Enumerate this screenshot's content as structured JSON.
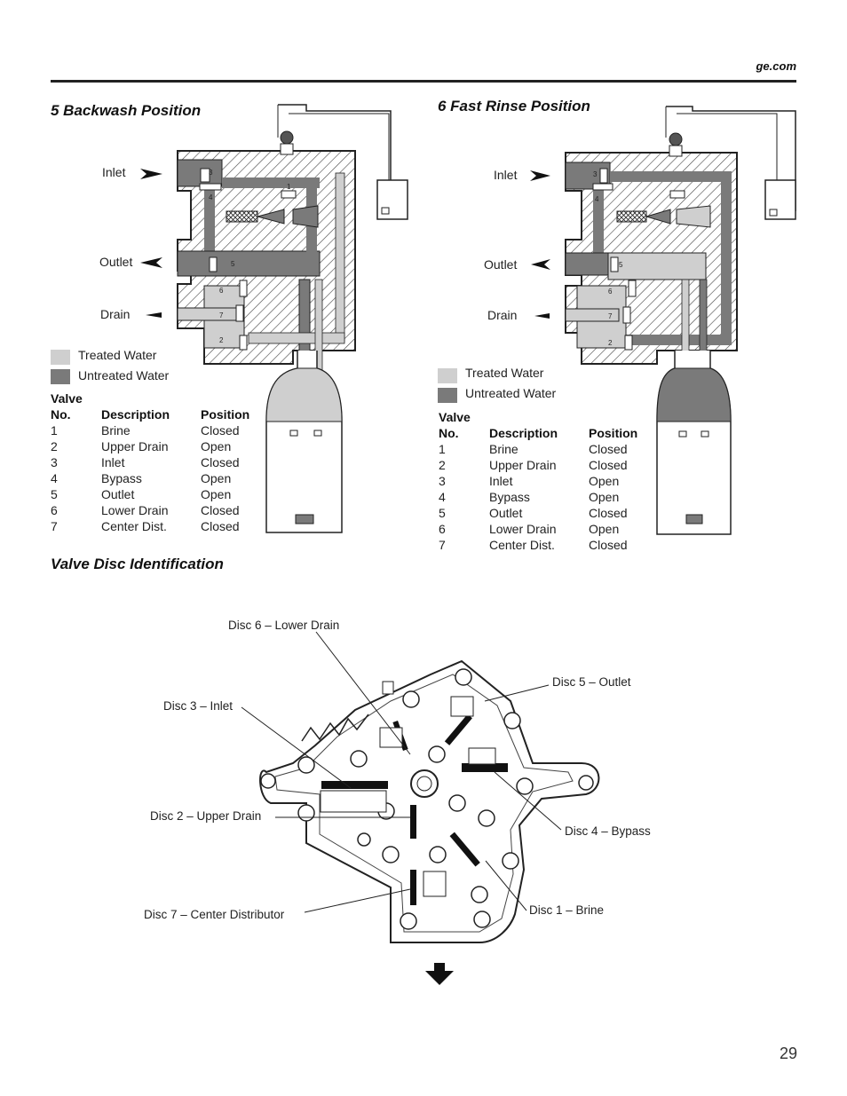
{
  "header": {
    "site": "ge.com"
  },
  "backwash": {
    "title": "5 Backwash Position",
    "labels": {
      "inlet": "Inlet",
      "outlet": "Outlet",
      "drain": "Drain"
    },
    "legend": {
      "treated": "Treated Water",
      "untreated": "Untreated Water"
    },
    "table": {
      "title": "Valve",
      "headers": [
        "No.",
        "Description",
        "Position"
      ],
      "rows": [
        [
          "1",
          "Brine",
          "Closed"
        ],
        [
          "2",
          "Upper Drain",
          "Open"
        ],
        [
          "3",
          "Inlet",
          "Closed"
        ],
        [
          "4",
          "Bypass",
          "Open"
        ],
        [
          "5",
          "Outlet",
          "Open"
        ],
        [
          "6",
          "Lower Drain",
          "Closed"
        ],
        [
          "7",
          "Center Dist.",
          "Closed"
        ]
      ]
    }
  },
  "fastrinse": {
    "title": "6 Fast Rinse Position",
    "labels": {
      "inlet": "Inlet",
      "outlet": "Outlet",
      "drain": "Drain"
    },
    "legend": {
      "treated": "Treated Water",
      "untreated": "Untreated Water"
    },
    "table": {
      "title": "Valve",
      "headers": [
        "No.",
        "Description",
        "Position"
      ],
      "rows": [
        [
          "1",
          "Brine",
          "Closed"
        ],
        [
          "2",
          "Upper Drain",
          "Closed"
        ],
        [
          "3",
          "Inlet",
          "Open"
        ],
        [
          "4",
          "Bypass",
          "Open"
        ],
        [
          "5",
          "Outlet",
          "Closed"
        ],
        [
          "6",
          "Lower Drain",
          "Open"
        ],
        [
          "7",
          "Center Dist.",
          "Closed"
        ]
      ]
    }
  },
  "discs": {
    "title": "Valve Disc Identification",
    "callouts": {
      "d6": "Disc 6 – Lower Drain",
      "d5": "Disc 5 – Outlet",
      "d3": "Disc 3 – Inlet",
      "d2": "Disc 2 – Upper Drain",
      "d4": "Disc 4 – Bypass",
      "d7": "Disc 7 – Center Distributor",
      "d1": "Disc 1 – Brine"
    }
  },
  "valve_numbers": [
    "1",
    "2",
    "3",
    "4",
    "5",
    "6",
    "7"
  ],
  "footer": {
    "page": "29"
  },
  "colors": {
    "treated": "#cfcfcf",
    "untreated": "#7a7a7a",
    "line": "#222222"
  }
}
